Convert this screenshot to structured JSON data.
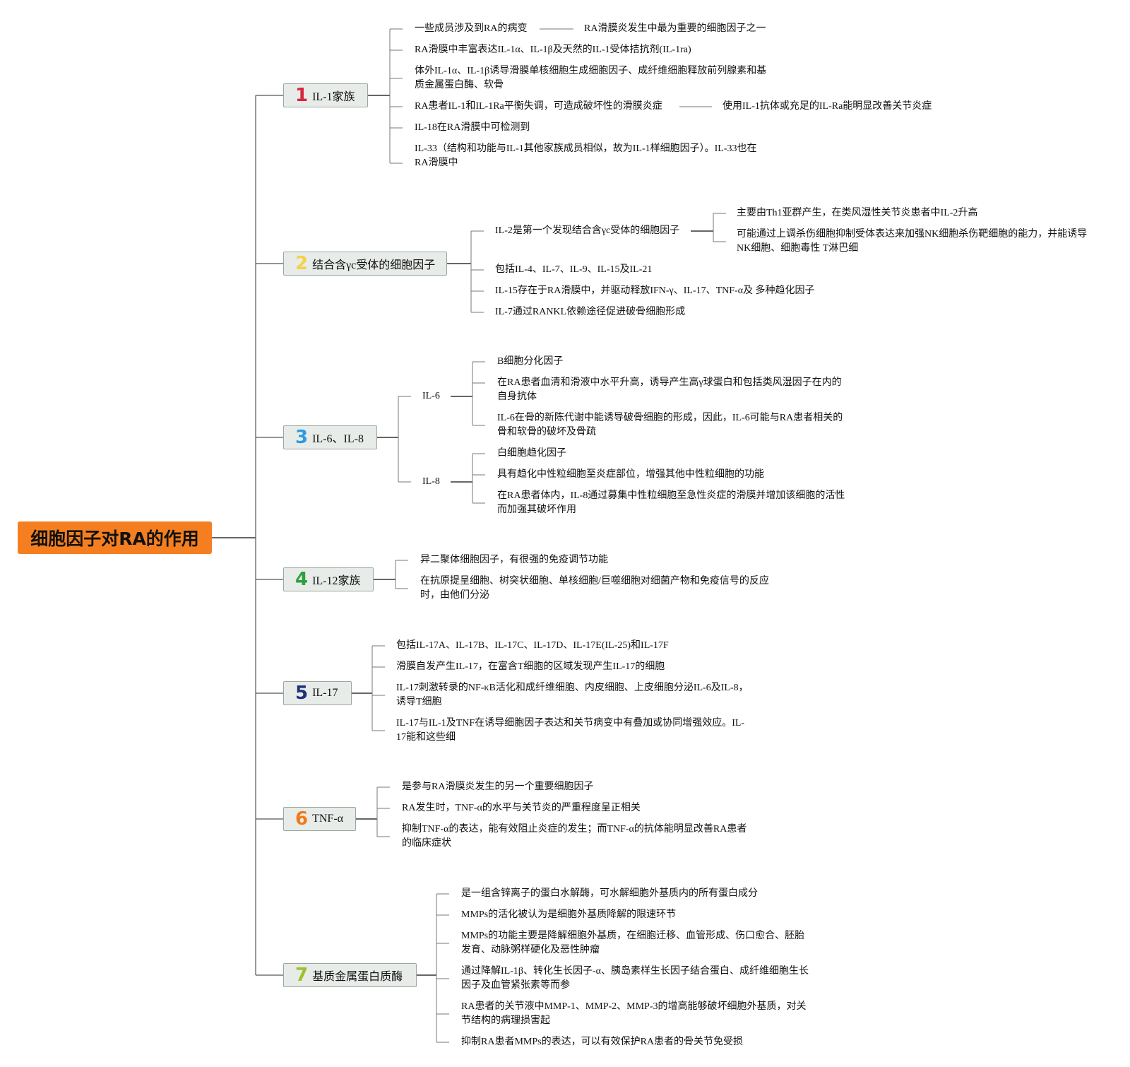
{
  "root": {
    "title": "细胞因子对RA的作用",
    "color": "#f57f20"
  },
  "branches": [
    {
      "number": "1",
      "number_color": "#d7263d",
      "label": "IL-1家族",
      "items": [
        {
          "text": "一些成员涉及到RA的病变",
          "child": "RA滑膜炎发生中最为重要的细胞因子之一"
        },
        {
          "text": "RA滑膜中丰富表达IL-1α、IL-1β及天然的IL-1受体拮抗剂(IL-1ra)"
        },
        {
          "lines": [
            "体外IL-1α、IL-1β诱导滑膜单核细胞生成细胞因子、成纤维细胞释放前列腺素和基",
            "质金属蛋白酶、软骨"
          ]
        },
        {
          "text": "RA患者IL-1和IL-1Ra平衡失调，可造成破坏性的滑膜炎症",
          "child": "使用IL-1抗体或充足的IL-Ra能明显改善关节炎症"
        },
        {
          "text": "IL-18在RA滑膜中可检测到"
        },
        {
          "lines": [
            "IL-33（结构和功能与IL-1其他家族成员相似，故为IL-1样细胞因子）。IL-33也在",
            "RA滑膜中"
          ]
        }
      ]
    },
    {
      "number": "2",
      "number_color": "#f2d24b",
      "label": "结合含γc受体的细胞因子",
      "items": [
        {
          "text": "IL-2是第一个发现结合含γc受体的细胞因子",
          "children": [
            "主要由Th1亚群产生，在类风湿性关节炎患者中IL-2升高",
            [
              "可能通过上调杀伤细胞抑制受体表达来加强NK细胞杀伤靶细胞的能力，并能诱导",
              "NK细胞、细胞毒性 T淋巴细"
            ]
          ]
        },
        {
          "text": "包括IL-4、IL-7、IL-9、IL-15及IL-21"
        },
        {
          "text": "IL-15存在于RA滑膜中，并驱动释放IFN-γ、IL-17、TNF-α及 多种趋化因子"
        },
        {
          "text": "IL-7通过RANKL依赖途径促进破骨细胞形成"
        }
      ]
    },
    {
      "number": "3",
      "number_color": "#2f9ae0",
      "label": "IL-6、IL-8",
      "subs": [
        {
          "label": "IL-6",
          "items": [
            "B细胞分化因子",
            [
              "在RA患者血清和滑液中水平升高，诱导产生高γ球蛋白和包括类风湿因子在内的",
              "自身抗体"
            ],
            [
              "IL-6在骨的新陈代谢中能诱导破骨细胞的形成，因此，IL-6可能与RA患者相关的",
              "骨和软骨的破坏及骨疏"
            ]
          ]
        },
        {
          "label": "IL-8",
          "items": [
            "白细胞趋化因子",
            "具有趋化中性粒细胞至炎症部位，增强其他中性粒细胞的功能",
            [
              "在RA患者体内，IL-8通过募集中性粒细胞至急性炎症的滑膜并增加该细胞的活性",
              "而加强其破坏作用"
            ]
          ]
        }
      ]
    },
    {
      "number": "4",
      "number_color": "#2aa13a",
      "label": "IL-12家族",
      "items": [
        {
          "text": "异二聚体细胞因子，有很强的免疫调节功能"
        },
        {
          "lines": [
            "在抗原提呈细胞、树突状细胞、单核细胞/巨噬细胞对细菌产物和免疫信号的反应",
            "时，由他们分泌"
          ]
        }
      ]
    },
    {
      "number": "5",
      "number_color": "#1f2f7a",
      "label": "IL-17",
      "items": [
        {
          "text": "包括IL-17A、IL-17B、IL-17C、IL-17D、IL-17E(IL-25)和IL-17F"
        },
        {
          "text": "滑膜自发产生IL-17，在富含T细胞的区域发现产生IL-17的细胞"
        },
        {
          "lines": [
            "IL-17刺激转录的NF-κB活化和成纤维细胞、内皮细胞、上皮细胞分泌IL-6及IL-8，",
            "诱导T细胞"
          ]
        },
        {
          "lines": [
            "IL-17与IL-1及TNF在诱导细胞因子表达和关节病变中有叠加或协同增强效应。IL-",
            "17能和这些细"
          ]
        }
      ]
    },
    {
      "number": "6",
      "number_color": "#f07a1a",
      "label": "TNF-α",
      "items": [
        {
          "text": "是参与RA滑膜炎发生的另一个重要细胞因子"
        },
        {
          "text": "RA发生时，TNF-α的水平与关节炎的严重程度呈正相关"
        },
        {
          "lines": [
            "抑制TNF-α的表达，能有效阻止炎症的发生；而TNF-α的抗体能明显改善RA患者",
            "的临床症状"
          ]
        }
      ]
    },
    {
      "number": "7",
      "number_color": "#9bc12b",
      "label": "基质金属蛋白质酶",
      "items": [
        {
          "text": "是一组含锌离子的蛋白水解酶，可水解细胞外基质内的所有蛋白成分"
        },
        {
          "text": "MMPs的活化被认为是细胞外基质降解的限速环节"
        },
        {
          "lines": [
            "MMPs的功能主要是降解细胞外基质，在细胞迁移、血管形成、伤口愈合、胚胎",
            "发育、动脉粥样硬化及恶性肿瘤"
          ]
        },
        {
          "lines": [
            "通过降解IL-1β、转化生长因子-α、胰岛素样生长因子结合蛋白、成纤维细胞生长",
            "因子及血管紧张素等而参"
          ]
        },
        {
          "lines": [
            "RA患者的关节液中MMP-1、MMP-2、MMP-3的增高能够破坏细胞外基质，对关",
            "节结构的病理损害起"
          ]
        },
        {
          "text": "抑制RA患者MMPs的表达，可以有效保护RA患者的骨关节免受损"
        }
      ]
    }
  ]
}
